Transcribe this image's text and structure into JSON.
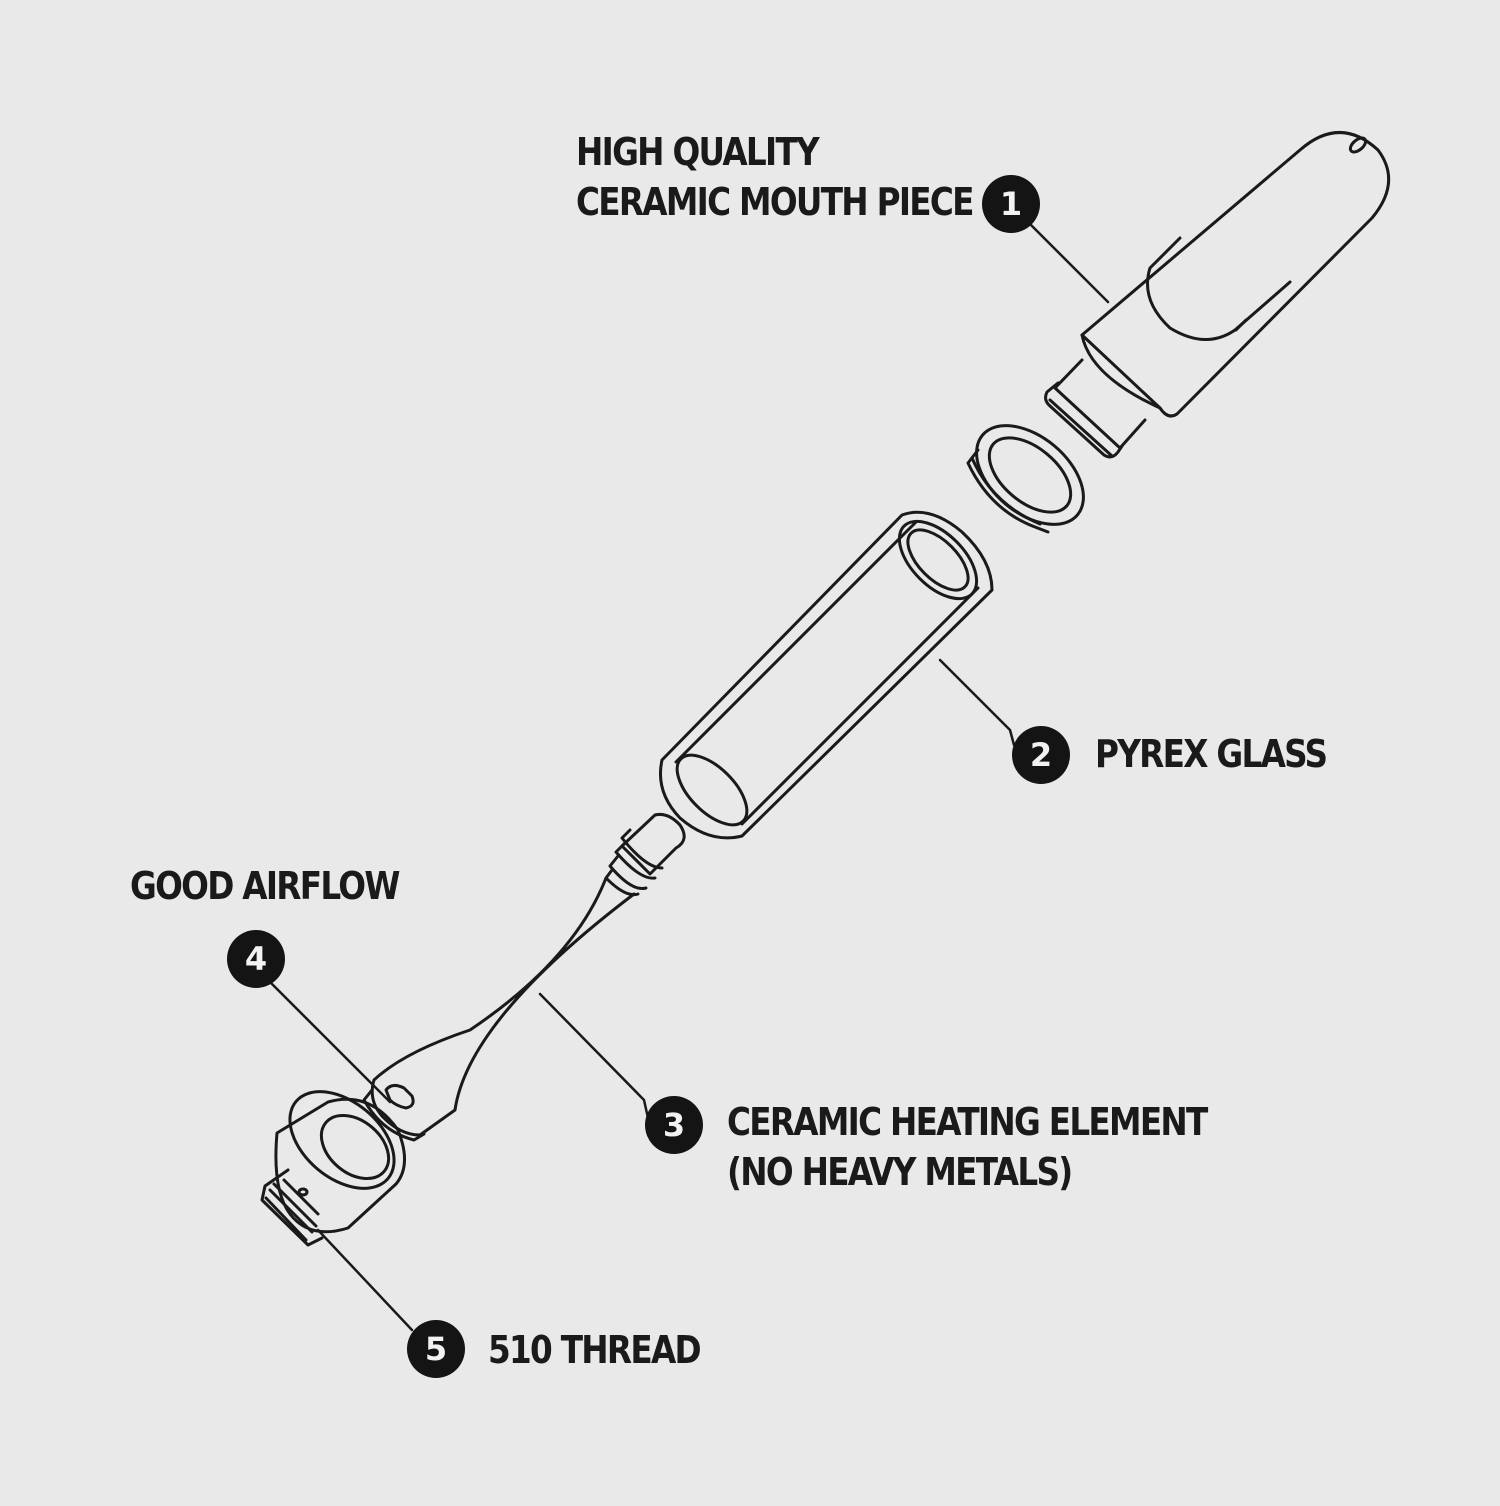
{
  "parts": [
    {
      "number": "1",
      "lines": [
        "HIGH QUALITY",
        "CERAMIC MOUTH PIECE"
      ],
      "icon": "mouthpiece-icon"
    },
    {
      "number": "2",
      "lines": [
        "PYREX GLASS"
      ],
      "icon": "glass-tube-icon"
    },
    {
      "number": "3",
      "lines": [
        "CERAMIC HEATING ELEMENT",
        "(NO HEAVY METALS)"
      ],
      "icon": "heating-element-icon"
    },
    {
      "number": "4",
      "lines": [
        "GOOD AIRFLOW"
      ],
      "icon": "air-hole-icon"
    },
    {
      "number": "5",
      "lines": [
        "510 THREAD"
      ],
      "icon": "threaded-base-icon"
    }
  ],
  "colors": {
    "background": "#e9e9e9",
    "line": "#1a1a1a",
    "badge": "#141414",
    "badge_text": "#f2f2f2"
  }
}
